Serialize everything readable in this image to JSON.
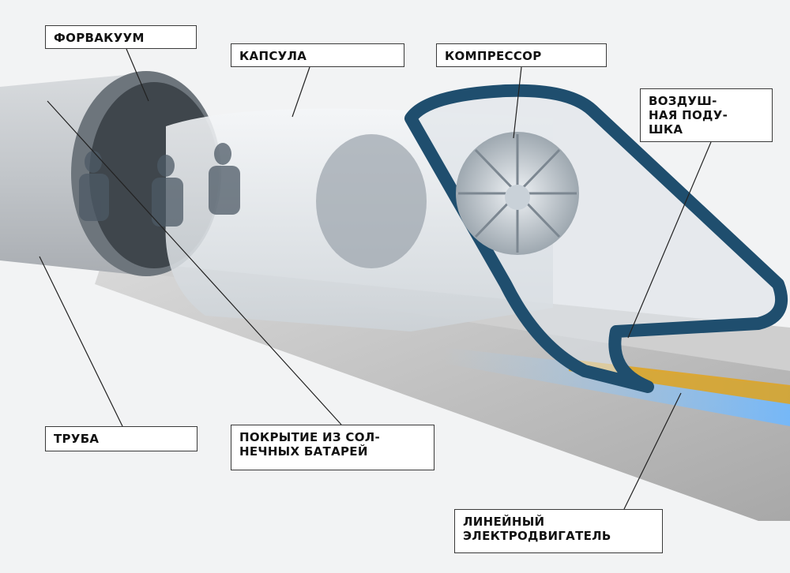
{
  "labels": {
    "forvakuum": "ФОРВАКУУМ",
    "kapsula": "КАПСУЛА",
    "kompressor": "КОМПРЕССОР",
    "vozdushnaya_podushka": "ВОЗДУШ-\nНАЯ ПОДУ-\nШКА",
    "truba": "ТРУБА",
    "pokrytie": "ПОКРЫТИЕ ИЗ СОЛ-\nНЕЧНЫХ БАТАРЕЙ",
    "lineyny_dvigatel": "ЛИНЕЙНЫЙ\nЭЛЕКТРОДВИГАТЕЛЬ"
  },
  "colors": {
    "background": "#f2f3f4",
    "tube": "#c9cdd1",
    "capsule_shell": "#e6e9ec",
    "capsule_frame": "#1f4e6e",
    "compressor": "#b9c3cb",
    "track": "#b5b5b5",
    "motor_rail": "#e0a31c",
    "label_border": "#3a3a3a",
    "leader_line": "#222222"
  }
}
